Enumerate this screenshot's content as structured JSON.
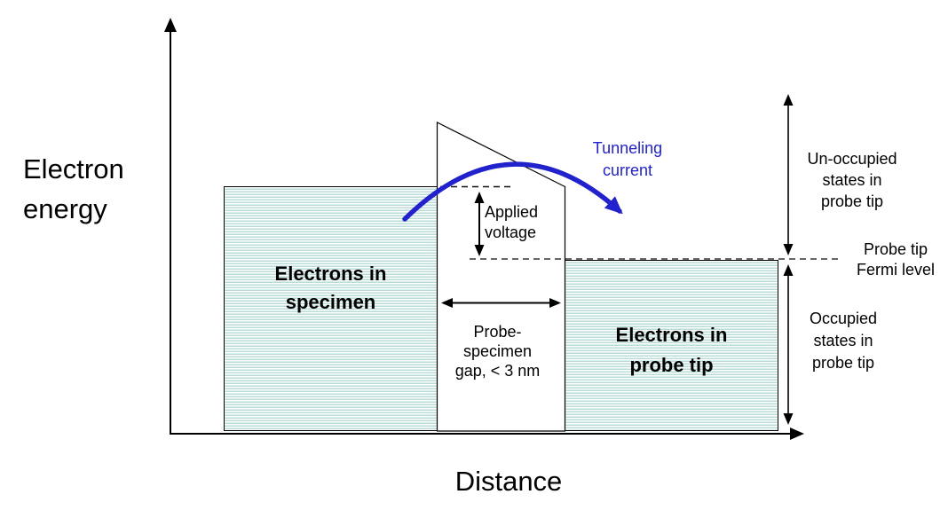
{
  "diagram": {
    "labels": {
      "y_axis": "Electron\nenergy",
      "x_axis": "Distance",
      "specimen_box": "Electrons in\nspecimen",
      "probe_box": "Electrons in\nprobe tip",
      "applied_voltage": "Applied\nvoltage",
      "gap": "Probe-\nspecimen\ngap, < 3 nm",
      "tunneling_current": "Tunneling\ncurrent",
      "unoccupied_states": "Un-occupied\nstates in\nprobe tip",
      "fermi_level": "Probe tip\nFermi level",
      "occupied_states": "Occupied\nstates in\nprobe tip"
    },
    "colors": {
      "tunneling_blue": "#2222CC",
      "band_stripe_teal": "#b9dcd8",
      "line_black": "#000000"
    }
  }
}
